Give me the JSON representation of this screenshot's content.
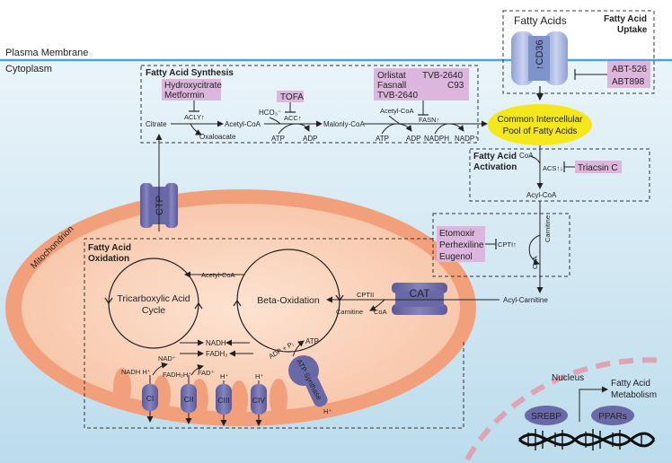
{
  "regions": {
    "plasma_membrane": "Plasma Membrane",
    "cytoplasm": "Cytoplasm",
    "mitochondrion": "Mitochondrion",
    "nucleus": "Nucleus"
  },
  "uptake": {
    "title_line1": "Fatty Acid",
    "title_line2": "Uptake",
    "fatty_acids": "Fatty Acids",
    "transporter": "↑CD36",
    "inhibitors": [
      "ABT-526",
      "ABT898"
    ]
  },
  "synthesis": {
    "title": "Fatty Acid Synthesis",
    "inhibitors_acly": [
      "Hydroxycitrate",
      "Metformin"
    ],
    "inhibitor_acc": "TOFA",
    "inhibitors_fasn": [
      "Orlistat",
      "TVB-2640",
      "Fasnall",
      "C93",
      "TVB-2640"
    ],
    "citrate": "Citrate",
    "acly": "ACLY↑",
    "oxaloacate": "Oxaloacate",
    "acetyl_coa": "Acetyl-CoA",
    "hco3": "HCO₃⁻",
    "acc": "ACC↑",
    "atp": "ATP",
    "adp": "ADP",
    "malonyl_coa": "Malonly-CoA",
    "acetyl_coa_2": "Acetyl-CoA",
    "fasn": "FASN↑",
    "atp_2": "ATP",
    "adp_2": "ADP",
    "nadph": "NADPH",
    "nadp": "NADP⁺"
  },
  "pool": {
    "line1": "Common Intercellular",
    "line2": "Pool of Fatty Acids"
  },
  "activation": {
    "title_line1": "Fatty Acid",
    "title_line2": "Activation",
    "coa": "CoA",
    "acs": "ACS↑↓",
    "inhibitor": "Triacsin C",
    "acyl_coa": "Acyl-CoA"
  },
  "transport": {
    "ctp": "CTP",
    "cat": "CAT",
    "inhibitors_cpt1": [
      "Etomoxir",
      "Perhexiline",
      "Eugenol"
    ],
    "cpt1": "CPTI↑",
    "carnitine": "Carnitine",
    "coa": "CoA",
    "acyl_carnitine": "Acyl-Carnitine",
    "cpt2": "CPTII",
    "carnitine_2": "Carnitine",
    "coa_2": "CoA"
  },
  "oxidation": {
    "title_line1": "Fatty Acid",
    "title_line2": "Oxidation",
    "tca_line1": "Tricarboxylic Acid",
    "tca_line2": "Cycle",
    "beta": "Beta-Oxidation",
    "acetyl_coa": "Acetyl-CoA",
    "nadh": "NADH",
    "fadh2": "FADH₂",
    "atp": "ATP",
    "adp_pi": "ADP + Pᵢ"
  },
  "etc": {
    "nadh_h": "NADH H⁺",
    "nad": "NAD⁺",
    "fadh2_h": "FADH₂H⁺",
    "fad": "FAD⁺",
    "h1": "H⁺",
    "h2": "H⁺",
    "h3": "H⁺",
    "complexes": [
      "CI",
      "CII",
      "CIII",
      "CIV"
    ],
    "atp_synthase": "ATP Synthase"
  },
  "nucleus": {
    "metab_line1": "Fatty Acid",
    "metab_line2": "Metabolism",
    "srebp": "SREBP",
    "ppars": "PPARs"
  },
  "colors": {
    "membrane": "#4aa3d9",
    "mito_outer": "#f2a07c",
    "mito_inner": "#f9cfb4",
    "protein": "#6a69a8",
    "inhibitor_bg": "#dcb6dc",
    "pool": "#f4e81c",
    "nucleus": "#e0a3b3"
  }
}
